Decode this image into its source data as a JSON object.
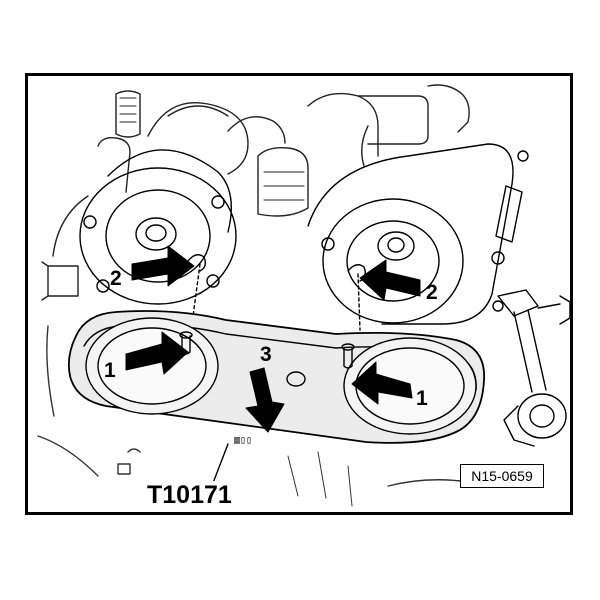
{
  "figure": {
    "tool_label": "T10171",
    "reference_code": "N15-0659",
    "callouts": {
      "one": "1",
      "two": "2",
      "three": "3"
    }
  }
}
